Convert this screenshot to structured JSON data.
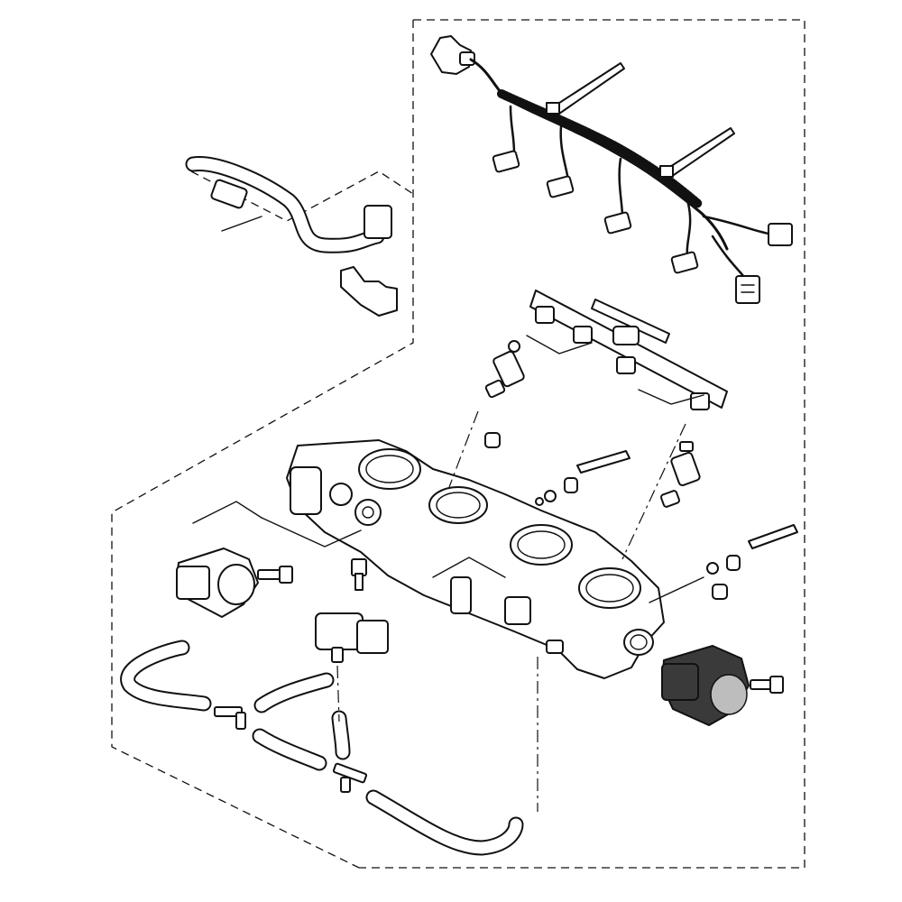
{
  "diagram": {
    "type": "exploded-parts-diagram",
    "colors": {
      "line": "#111111",
      "background": "#ffffff",
      "highlight_part": "#3a3a3a"
    },
    "components": [
      "wiring-harness",
      "fuel-rail",
      "fuel-injector",
      "throttle-body",
      "throttle-position-sensor",
      "highlighted-sensor",
      "map-sensor",
      "vacuum-hose",
      "fuel-hose",
      "bolt",
      "idle-screw"
    ]
  }
}
